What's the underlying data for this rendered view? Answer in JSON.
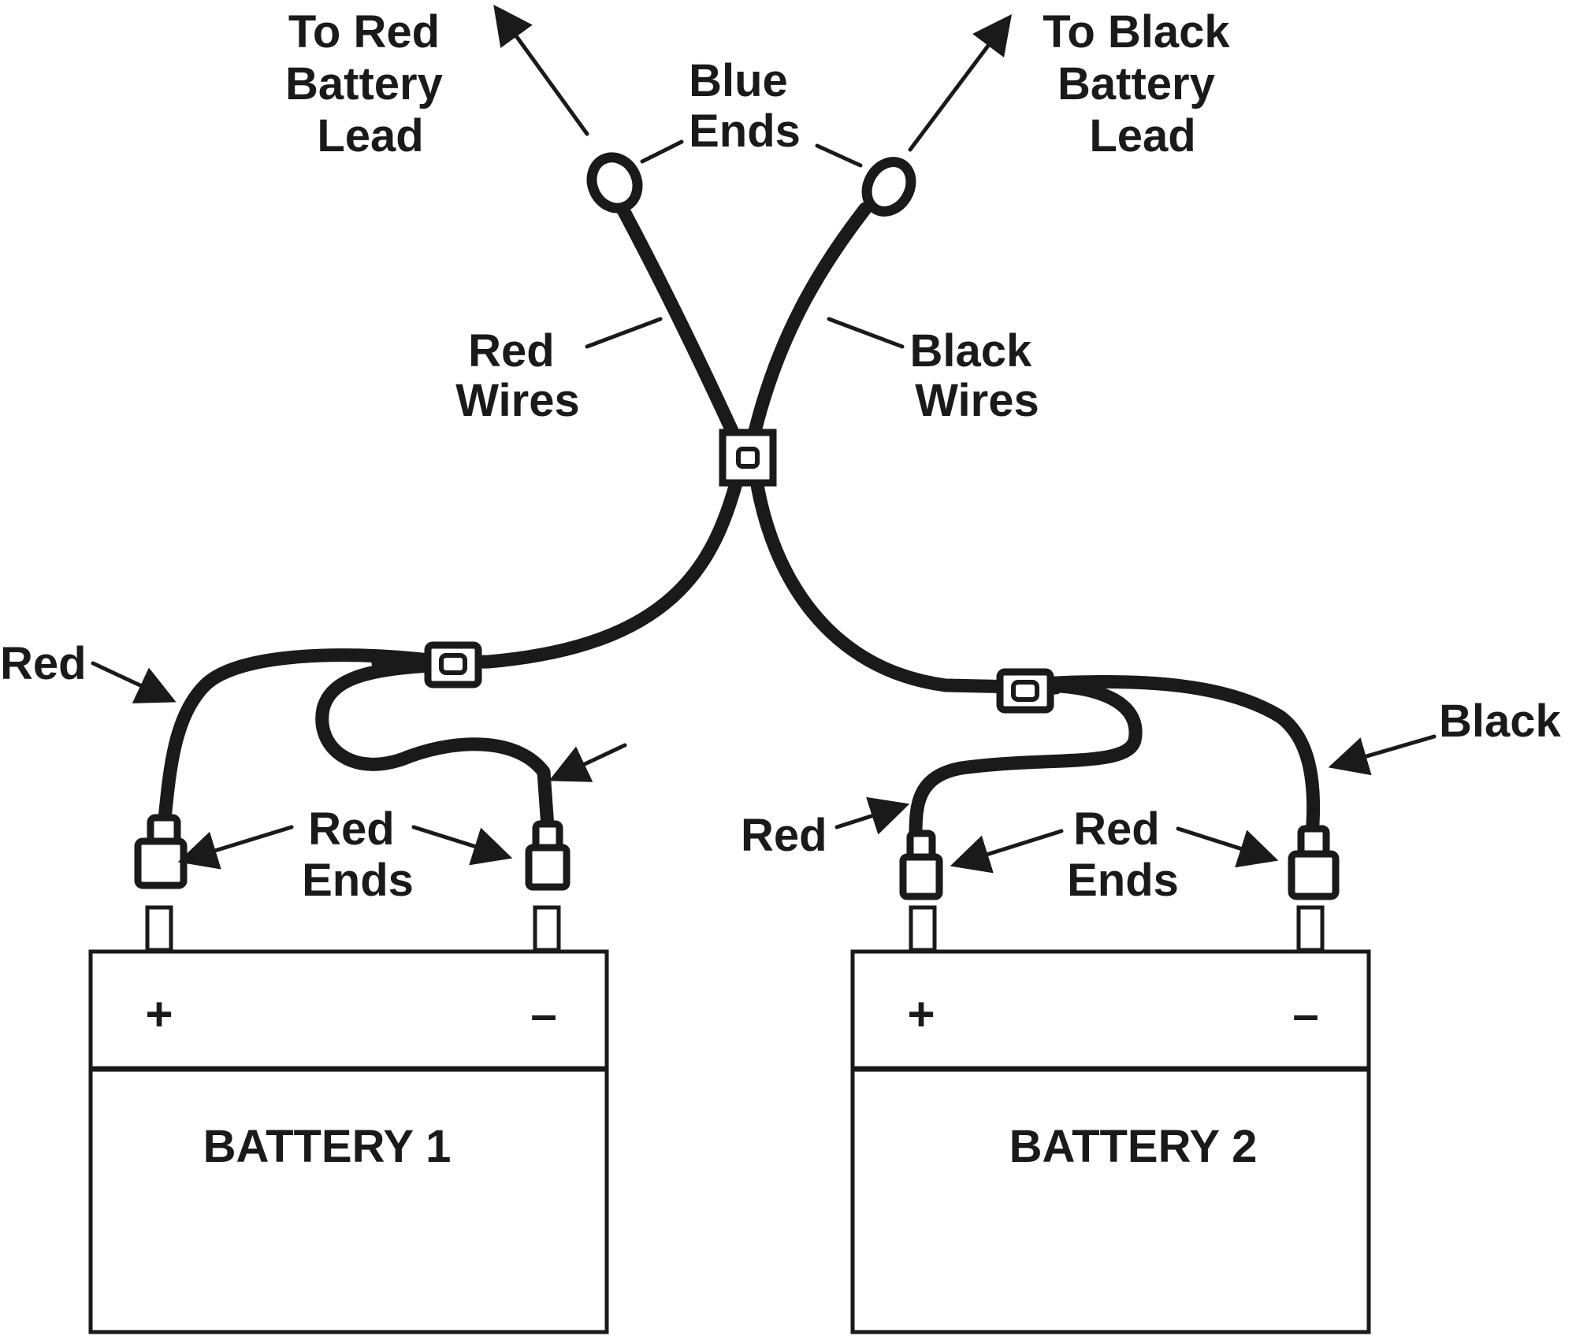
{
  "labels": {
    "to_red_lead": [
      "To Red",
      "Battery",
      "Lead"
    ],
    "to_black_lead": [
      "To Black",
      "Battery",
      "Lead"
    ],
    "blue_ends": [
      "Blue",
      "Ends"
    ],
    "red_wires": [
      "Red",
      "Wires"
    ],
    "black_wires": [
      "Black",
      "Wires"
    ],
    "red_left": "Red",
    "red_right": "Red",
    "black_right": "Black",
    "red_ends": [
      "Red",
      "Ends"
    ]
  },
  "batteries": [
    {
      "title": "BATTERY 1",
      "plus": "+",
      "minus": "–"
    },
    {
      "title": "BATTERY 2",
      "plus": "+",
      "minus": "–"
    }
  ]
}
